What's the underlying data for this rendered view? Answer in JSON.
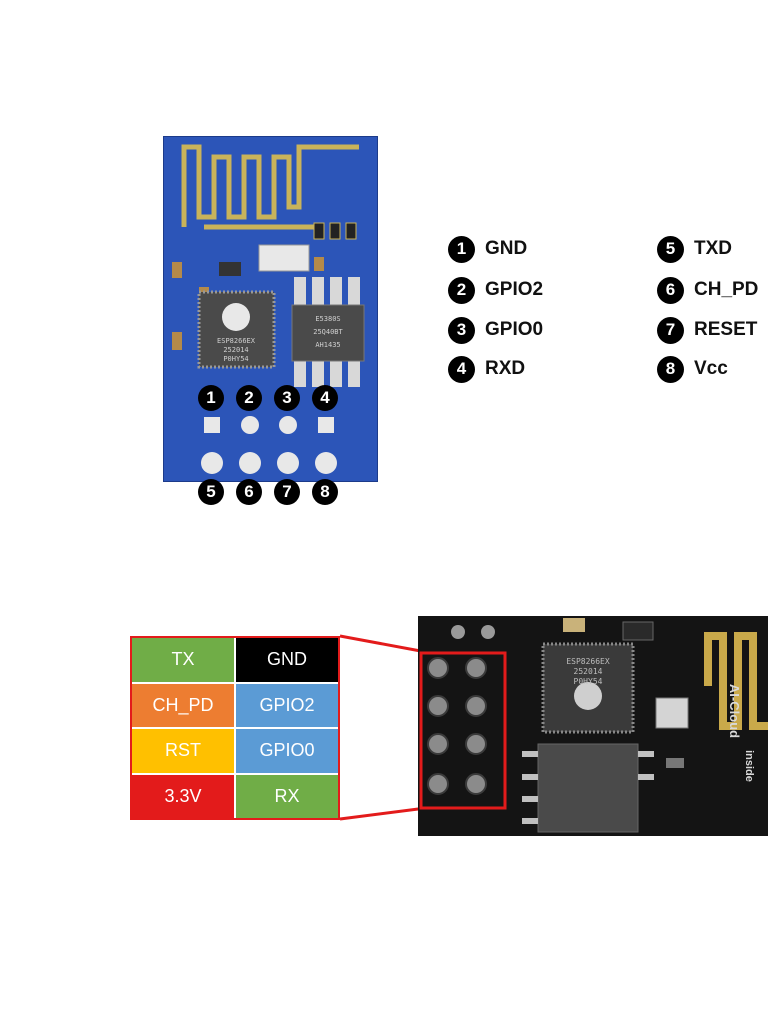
{
  "top_diagram": {
    "chip_main": {
      "line1": "ESP8266EX",
      "line2": "252014",
      "line3": "P0HY54"
    },
    "chip_flash": {
      "line1": "E5380S",
      "line2": "25Q40BT",
      "line3": "AH1435"
    },
    "pin_numbers_top": [
      "1",
      "2",
      "3",
      "4"
    ],
    "pin_numbers_bottom": [
      "5",
      "6",
      "7",
      "8"
    ],
    "legend_left": [
      {
        "num": "1",
        "name": "GND"
      },
      {
        "num": "2",
        "name": "GPIO2"
      },
      {
        "num": "3",
        "name": "GPIO0"
      },
      {
        "num": "4",
        "name": "RXD"
      }
    ],
    "legend_right": [
      {
        "num": "5",
        "name": "TXD"
      },
      {
        "num": "6",
        "name": "CH_PD"
      },
      {
        "num": "7",
        "name": "RESET"
      },
      {
        "num": "8",
        "name": "Vcc"
      }
    ]
  },
  "bottom_diagram": {
    "pin_grid": [
      {
        "label": "TX",
        "color": "#70ad47"
      },
      {
        "label": "GND",
        "color": "#000000"
      },
      {
        "label": "CH_PD",
        "color": "#ed7d31"
      },
      {
        "label": "GPIO2",
        "color": "#5b9bd5"
      },
      {
        "label": "RST",
        "color": "#ffc000"
      },
      {
        "label": "GPIO0",
        "color": "#5b9bd5"
      },
      {
        "label": "3.3V",
        "color": "#e31b1b"
      },
      {
        "label": "RX",
        "color": "#70ad47"
      }
    ],
    "highlight_color": "#e31b1b",
    "photo": {
      "chip_text_1": "ESP8266EX",
      "chip_text_2": "252014",
      "chip_text_3": "P0HY54",
      "side_text_1": "AI-Cloud",
      "side_text_2": "inside"
    }
  }
}
